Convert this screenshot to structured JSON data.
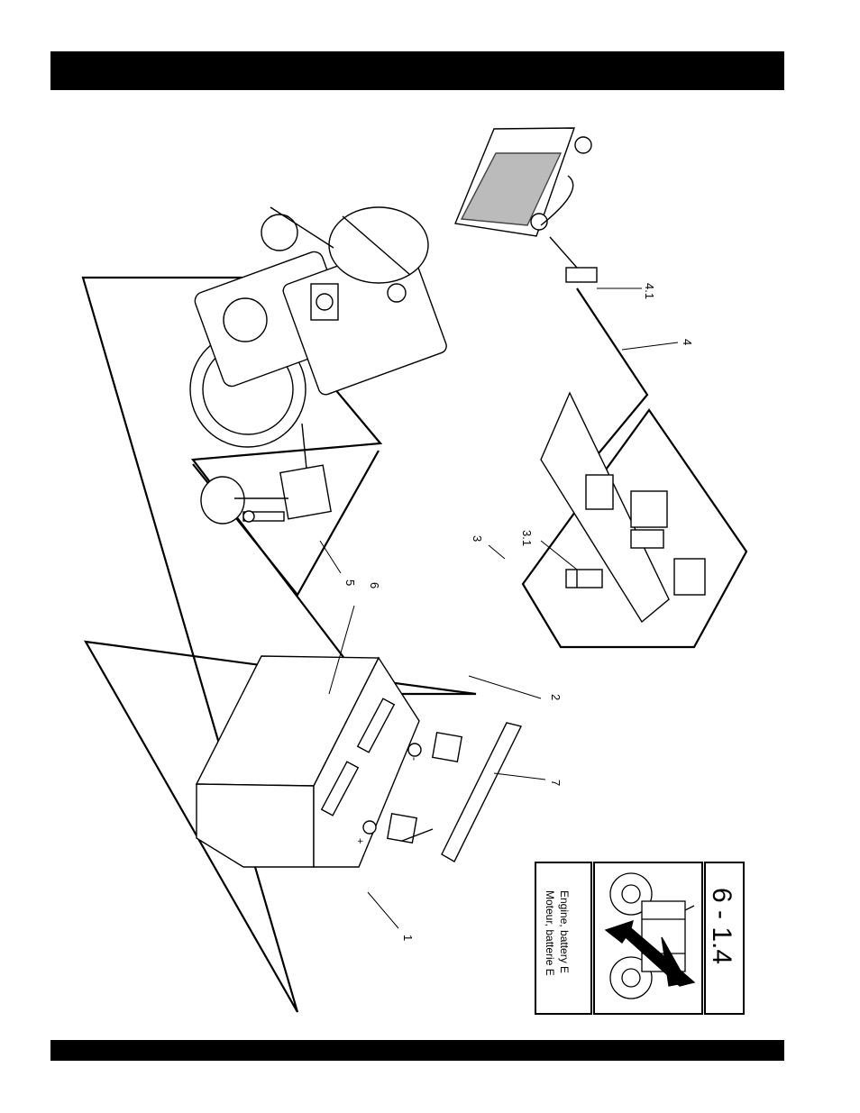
{
  "callouts": {
    "c1": "1",
    "c2": "2",
    "c3": "3",
    "c3_1": "3.1",
    "c4": "4",
    "c4_1": "4.1",
    "c5": "5",
    "c6": "6",
    "c7": "7"
  },
  "battery_terminals": {
    "positive": "+",
    "negative": "-"
  },
  "section_label": {
    "number": "6 - 1.4",
    "line1": "Engine, battery E",
    "line2": "Moteur, batterie E"
  }
}
